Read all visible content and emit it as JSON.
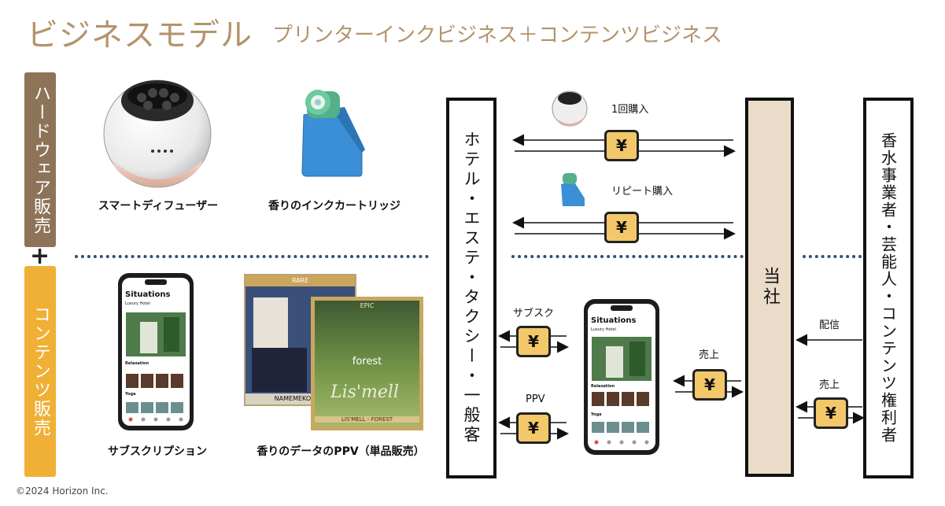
{
  "title": "ビジネスモデル",
  "subtitle": "プリンターインクビジネス＋コンテンツビジネス",
  "side_labels": {
    "hardware": "ハードウェア販売",
    "plus": "+",
    "contents": "コンテンツ販売"
  },
  "products": {
    "diffuser": "スマートディフューザー",
    "cartridge": "香りのインクカートリッジ",
    "subscription": "サブスクリプション",
    "ppv": "香りのデータのPPV（単品販売）"
  },
  "entities": {
    "customers": "ホテル・エステ・タクシー・一般客",
    "company": "当社",
    "rights": "香水事業者・芸能人・コンテンツ権利者"
  },
  "flows": {
    "one_time": "1回購入",
    "repeat": "リピート購入",
    "subscription": "サブスク",
    "ppv": "PPV",
    "sales_company": "売上",
    "delivery": "配信",
    "sales_rights": "売上"
  },
  "yen_symbol": "¥",
  "phone": {
    "app_title": "Situations",
    "hotel": "Luxury Hotel",
    "section1": "Relaxation",
    "section2": "Yoga"
  },
  "cards": {
    "back_tag": "RARE",
    "back_caption": "NAMEMEKO MAT",
    "front_tag": "EPIC",
    "front_word": "forest",
    "front_caption": "LIS'MELL - FOREST",
    "script_logo": "Lis'mell"
  },
  "copyright": "©2024 Horizon Inc.",
  "colors": {
    "title": "#b4936b",
    "hardware_label": "#8d7358",
    "contents_label": "#f0b035",
    "yen_box": "#f3c86a",
    "company_fill": "#eadcc9",
    "dotted": "#2f4f6f"
  }
}
